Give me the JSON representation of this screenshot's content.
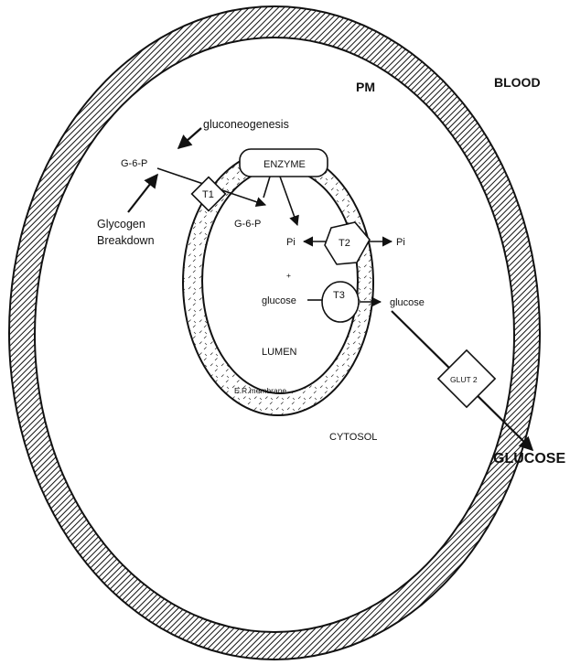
{
  "labels": {
    "pm": "PM",
    "blood": "BLOOD",
    "gluconeogenesis": "gluconeogenesis",
    "g6p_cytosol": "G-6-P",
    "glycogen_line1": "Glycogen",
    "glycogen_line2": "Breakdown",
    "t1": "T1",
    "enzyme": "ENZYME",
    "g6p_lumen": "G-6-P",
    "pi_left": "Pi",
    "t2": "T2",
    "pi_right": "Pi",
    "plus": "+",
    "glucose_lumen": "glucose",
    "t3": "T3",
    "glucose_cytosol": "glucose",
    "lumen": "LUMEN",
    "er_membrane": "E.R  membrane",
    "glut2": "GLUT 2",
    "cytosol": "CYTOSOL",
    "glucose_blood": "GLUCOSE"
  }
}
